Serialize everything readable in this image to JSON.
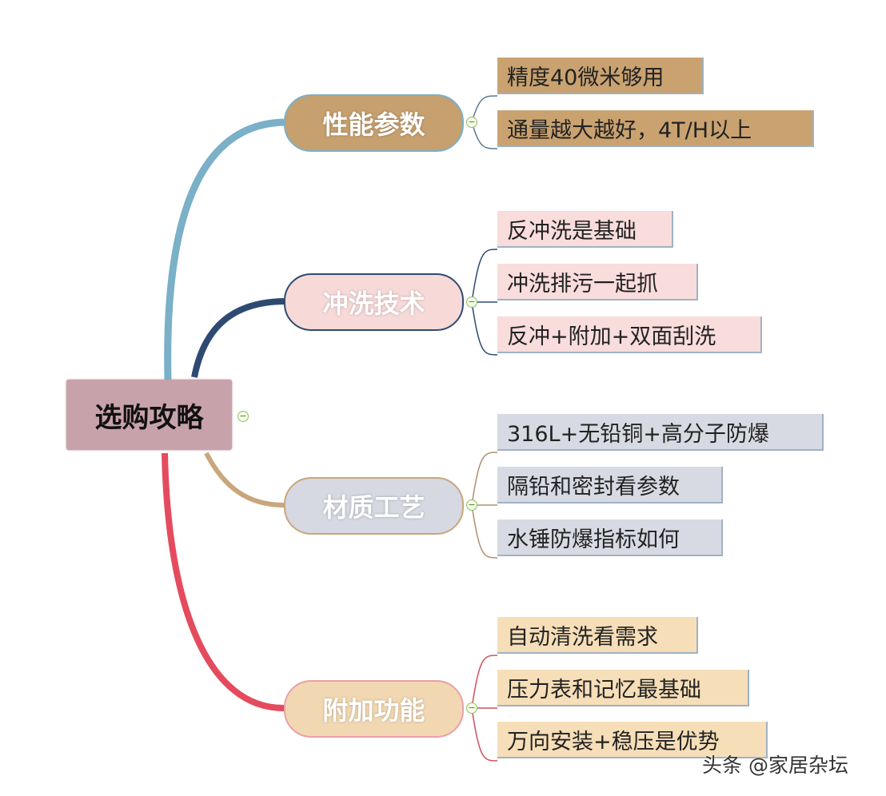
{
  "root": {
    "label": "选购攻略"
  },
  "branches": [
    {
      "label": "性能参数",
      "color": "#7ab0c8",
      "leaves": [
        "精度40微米够用",
        "通量越大越好，4T/H以上"
      ]
    },
    {
      "label": "冲洗技术",
      "color": "#2e4a72",
      "leaves": [
        "反冲洗是基础",
        "冲洗排污一起抓",
        "反冲+附加+双面刮洗"
      ]
    },
    {
      "label": "材质工艺",
      "color": "#c9a67c",
      "leaves": [
        "316L+无铅铜+高分子防爆",
        "隔铅和密封看参数",
        "水锤防爆指标如何"
      ]
    },
    {
      "label": "附加功能",
      "color": "#e44b5e",
      "leaves": [
        "自动清洗看需求",
        "压力表和记忆最基础",
        "万向安装+稳压是优势"
      ]
    }
  ],
  "collapse_symbol": "−",
  "watermark": "头条 @家居杂坛"
}
